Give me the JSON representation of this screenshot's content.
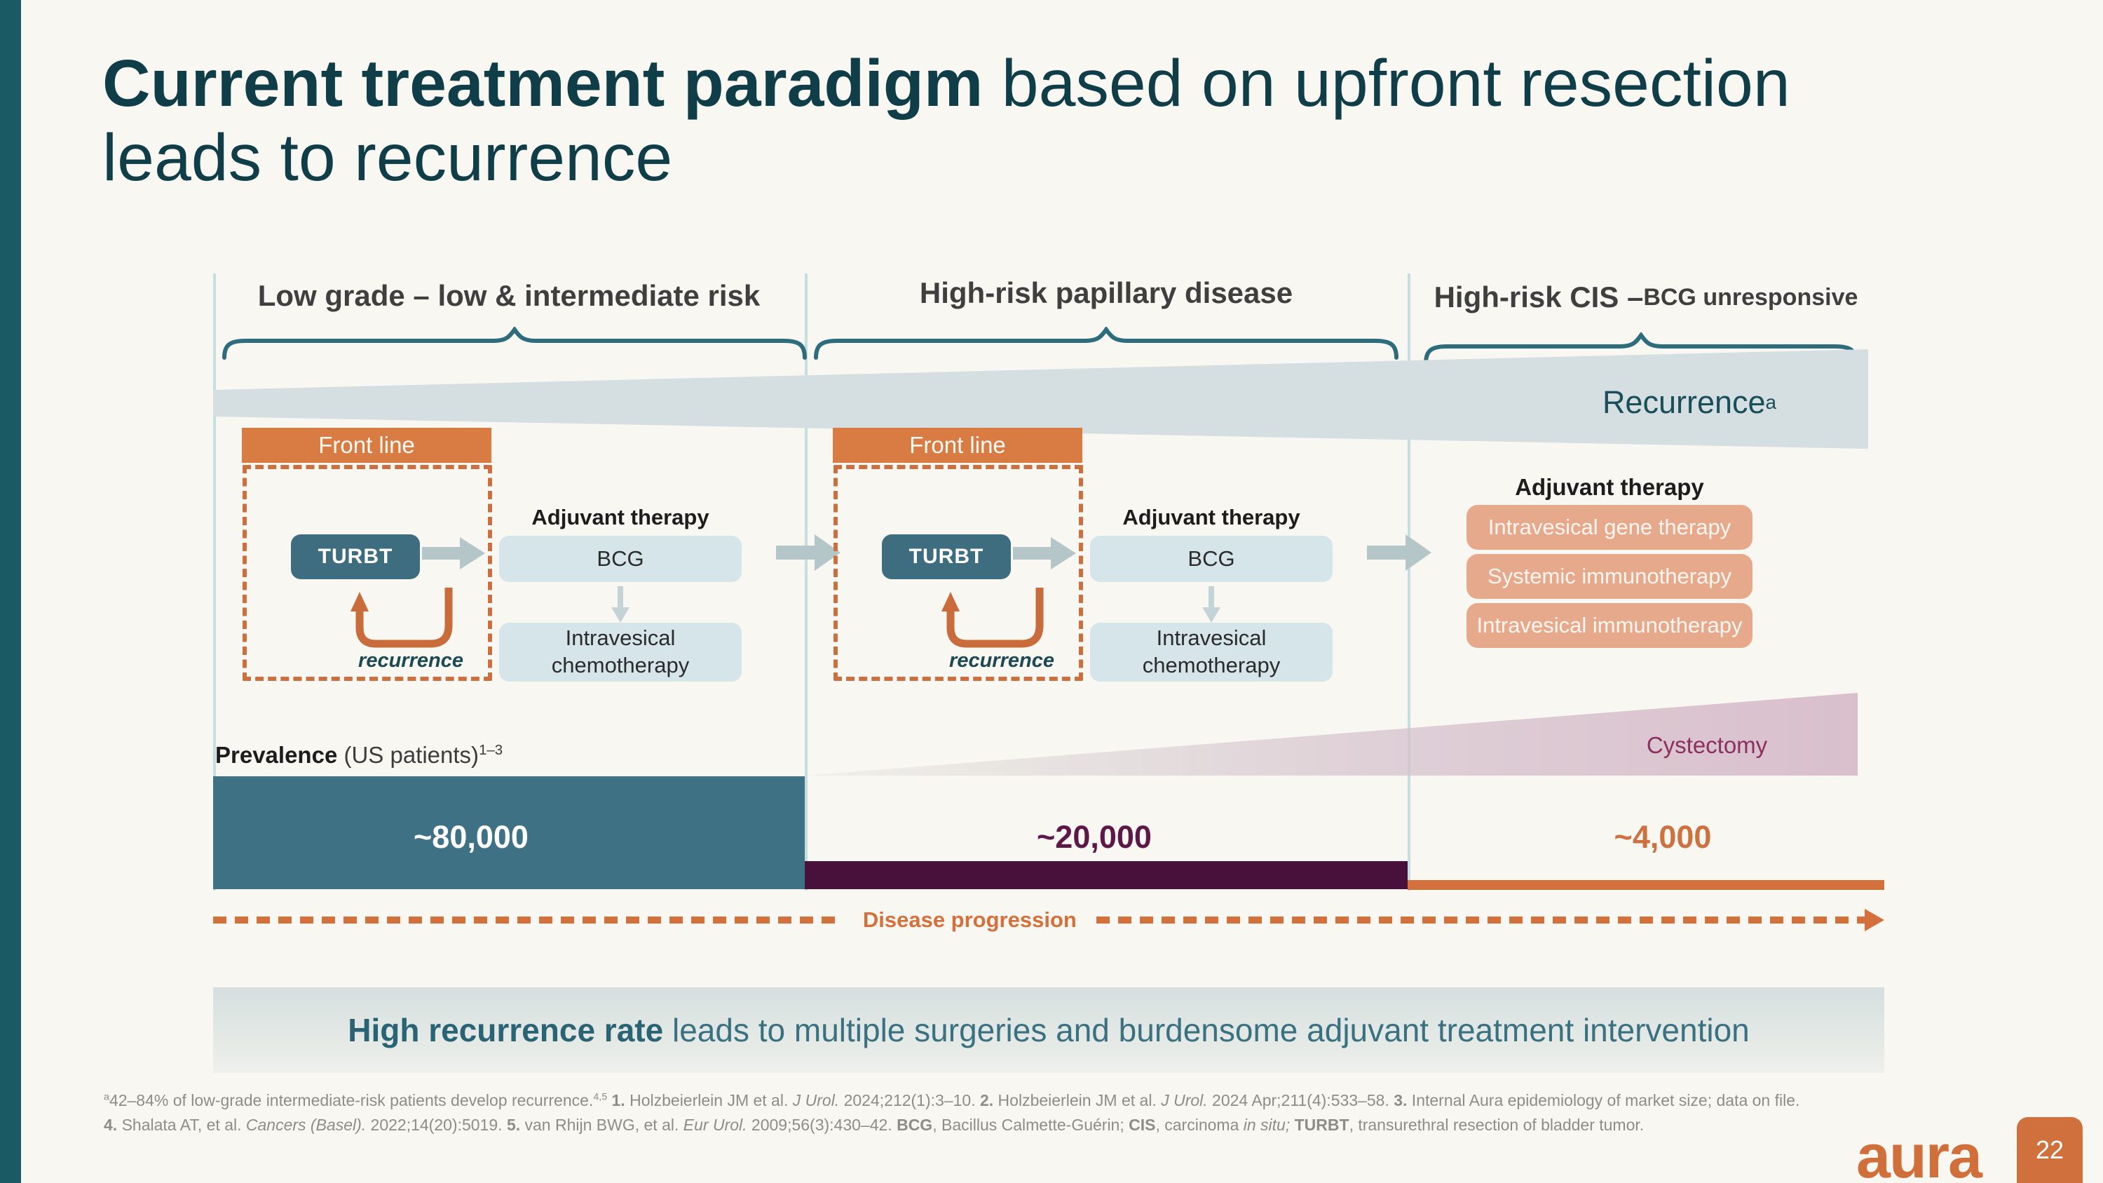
{
  "slide": {
    "title": {
      "bold": "Current treatment paradigm",
      "rest": " based on upfront resection",
      "line2": "leads to recurrence"
    },
    "logo_text": "aura",
    "page_number": "22"
  },
  "columns": [
    {
      "header": "Low grade – low & intermediate risk"
    },
    {
      "header": "High-risk papillary disease"
    },
    {
      "header": "High-risk CIS – ",
      "header_small": "BCG unresponsive"
    }
  ],
  "recurrence_band": {
    "segments": [
      {
        "t": "Recurrence"
      },
      {
        "t": "a",
        "sup": 1
      }
    ]
  },
  "flow": {
    "front_line": "Front line",
    "turbt": "TURBT",
    "adjuvant_therapy": "Adjuvant therapy",
    "bcg": "BCG",
    "intravesical_chemotherapy": "Intravesical chemotherapy",
    "recurrence_loop_label": "recurrence"
  },
  "cis_therapies": [
    "Intravesical gene therapy",
    "Systemic immunotherapy",
    "Intravesical immunotherapy"
  ],
  "cystectomy_label": "Cystectomy",
  "prevalence": {
    "label_segments": [
      {
        "t": "Prevalence",
        "b": 1
      },
      {
        "t": " (US patients)"
      },
      {
        "t": "1–3",
        "sup": 1
      }
    ],
    "values": [
      "~80,000",
      "~20,000",
      "~4,000"
    ]
  },
  "disease_progression_label": "Disease progression",
  "banner": {
    "bold": "High recurrence rate",
    "rest": " leads to multiple surgeries and burdensome adjuvant treatment intervention"
  },
  "footnotes": {
    "line1_segments": [
      {
        "t": "a",
        "sup": 1
      },
      {
        "t": "42–84% of low-grade intermediate-risk patients develop recurrence."
      },
      {
        "t": "4,5",
        "sup": 1
      },
      {
        "t": " "
      },
      {
        "t": "1.",
        "b": 1
      },
      {
        "t": " Holzbeierlein JM et al. "
      },
      {
        "t": "J Urol.",
        "i": 1
      },
      {
        "t": " 2024;212(1):3–10. "
      },
      {
        "t": "2.",
        "b": 1
      },
      {
        "t": " Holzbeierlein JM et al. "
      },
      {
        "t": "J Urol.",
        "i": 1
      },
      {
        "t": " 2024 Apr;211(4):533–58. "
      },
      {
        "t": "3.",
        "b": 1
      },
      {
        "t": " Internal Aura epidemiology of market size; data on file."
      }
    ],
    "line2_segments": [
      {
        "t": "4.",
        "b": 1
      },
      {
        "t": " Shalata AT, et al. "
      },
      {
        "t": "Cancers (Basel).",
        "i": 1
      },
      {
        "t": " 2022;14(20):5019. "
      },
      {
        "t": "5.",
        "b": 1
      },
      {
        "t": " van Rhijn BWG, et al. "
      },
      {
        "t": "Eur Urol.",
        "i": 1
      },
      {
        "t": " 2009;56(3):430–42. "
      },
      {
        "t": "BCG",
        "b": 1
      },
      {
        "t": ", Bacillus Calmette-Guérin; "
      },
      {
        "t": "CIS",
        "b": 1
      },
      {
        "t": ", carcinoma "
      },
      {
        "t": "in situ;",
        "i": 1
      },
      {
        "t": " "
      },
      {
        "t": "TURBT",
        "b": 1
      },
      {
        "t": ", transurethral resection of bladder tumor."
      }
    ]
  },
  "colors": {
    "accent_teal_dark": "#1a5a64",
    "title_teal": "#0f3d48",
    "orange": "#d4703c",
    "front_line_orange": "#d87c44",
    "turbt_teal": "#3e6d80",
    "light_blue_box": "#d5e5ea",
    "salmon_box": "#e7a98c",
    "recurrence_wedge": "#d5dee1",
    "prevalence_teal": "#3e7183",
    "prevalence_maroon": "#47113c",
    "cystectomy_pink": "#d9bfcc",
    "cystectomy_text": "#8c3060",
    "brace_teal": "#2d6c7d"
  }
}
